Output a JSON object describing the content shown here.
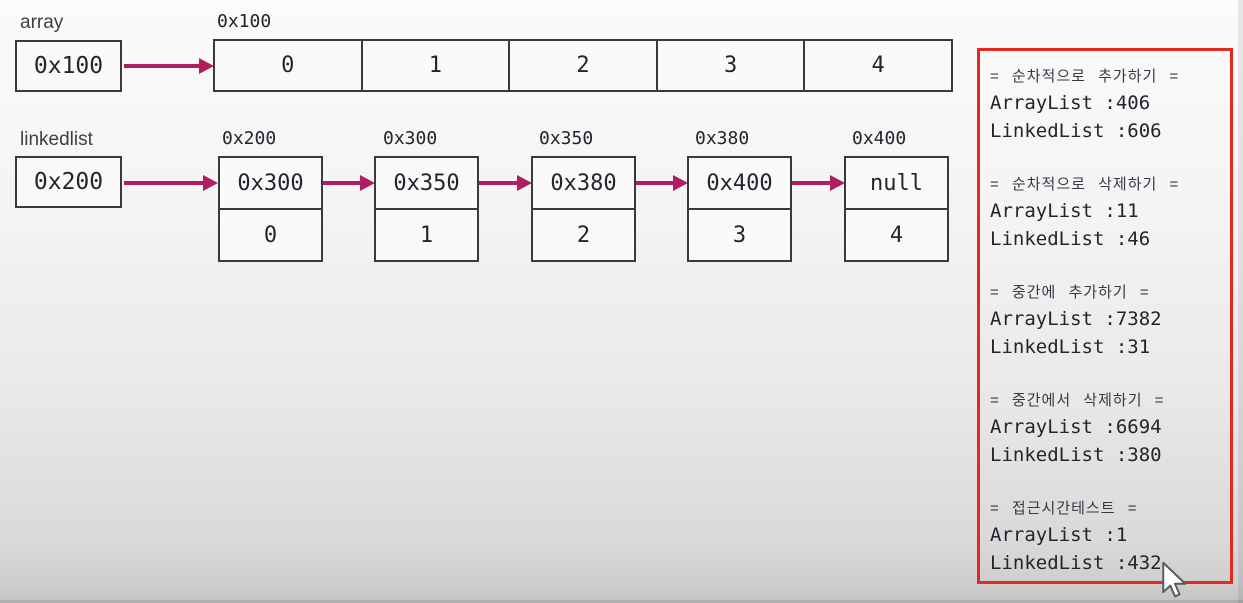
{
  "array_section": {
    "pointer_label": "array",
    "pointer_value": "0x100",
    "base_address_label": "0x100",
    "cells": [
      "0",
      "1",
      "2",
      "3",
      "4"
    ]
  },
  "linkedlist_section": {
    "pointer_label": "linkedlist",
    "pointer_value": "0x200",
    "nodes": [
      {
        "address_label": "0x200",
        "next_pointer": "0x300",
        "value": "0"
      },
      {
        "address_label": "0x300",
        "next_pointer": "0x350",
        "value": "1"
      },
      {
        "address_label": "0x350",
        "next_pointer": "0x380",
        "value": "2"
      },
      {
        "address_label": "0x380",
        "next_pointer": "0x400",
        "value": "3"
      },
      {
        "address_label": "0x400",
        "next_pointer": "null",
        "value": "4"
      }
    ]
  },
  "results_panel": {
    "groups": [
      {
        "title": "= 순차적으로 추가하기 =",
        "lines": [
          "ArrayList :406",
          "LinkedList :606"
        ]
      },
      {
        "title": "= 순차적으로 삭제하기 =",
        "lines": [
          "ArrayList :11",
          "LinkedList :46"
        ]
      },
      {
        "title": "= 중간에 추가하기 =",
        "lines": [
          "ArrayList :7382",
          "LinkedList :31"
        ]
      },
      {
        "title": "= 중간에서 삭제하기 =",
        "lines": [
          "ArrayList :6694",
          "LinkedList :380"
        ]
      },
      {
        "title": "= 접근시간테스트 =",
        "lines": [
          "ArrayList :1",
          "LinkedList :432"
        ]
      }
    ]
  },
  "colors": {
    "arrow": "#b01e62",
    "panel_border": "#e8281e",
    "box_border": "#3a3a3a",
    "text": "#21252c"
  }
}
